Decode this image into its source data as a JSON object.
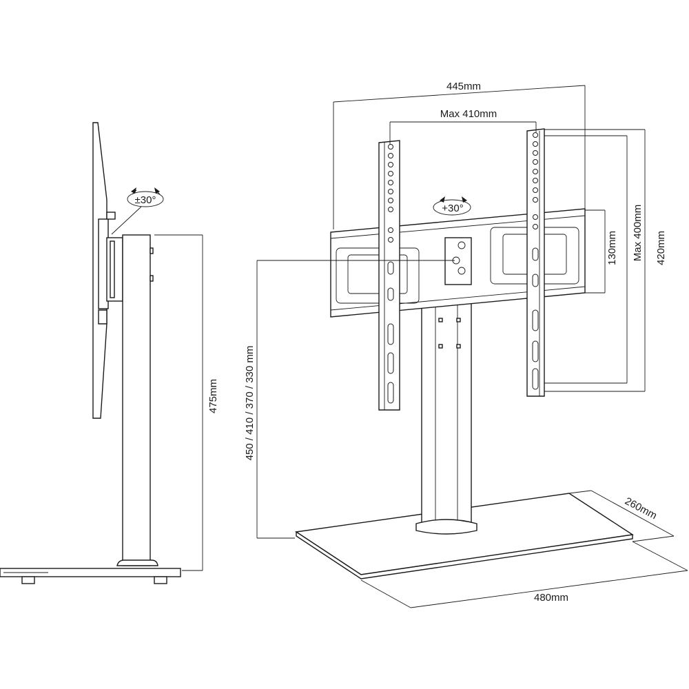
{
  "side_view": {
    "height_label": "475mm",
    "tilt_label": "±30°"
  },
  "front_view": {
    "width_label": "445mm",
    "max_vesa_width_label": "Max 410mm",
    "max_vesa_height_label": "Max 400mm",
    "bracket_height_label": "420mm",
    "plate_height_label": "130mm",
    "swivel_label": "+30°",
    "height_options_label": "450 / 410 / 370 / 330 mm",
    "base_depth_label": "260mm",
    "base_width_label": "480mm"
  },
  "colors": {
    "line": "#1a1a1a",
    "background": "#ffffff"
  }
}
